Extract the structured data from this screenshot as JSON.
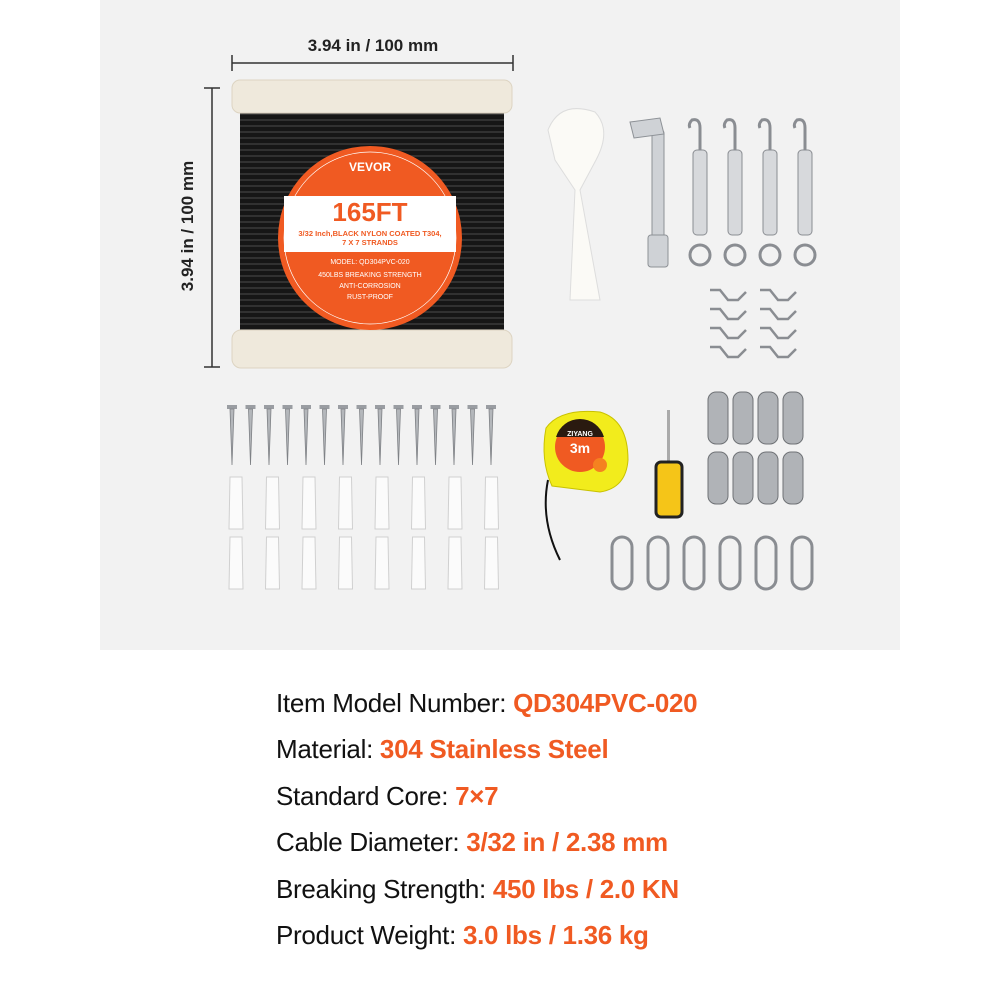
{
  "dimensions": {
    "width_label": "3.94 in / 100 mm",
    "height_label": "3.94 in / 100 mm"
  },
  "spool_label": {
    "brand": "VEVOR",
    "length": "165FT",
    "description_line1": "3/32 Inch,BLACK NYLON COATED T304,",
    "description_line2": "7 X 7 STRANDS",
    "model": "MODEL: QD304PVC-020",
    "strength": "450LBS BREAKING STRENGTH",
    "feature1": "ANTI-CORROSION",
    "feature2": "RUST-PROOF"
  },
  "tape_measure": {
    "brand": "ZIYANG",
    "size": "3m"
  },
  "colors": {
    "accent": "#f05a22",
    "panel": "#f2f2f2",
    "cable": "#161616",
    "spool": "#efe9dc",
    "tape": "#f2ec1c"
  },
  "specs": [
    {
      "label": "Item Model Number: ",
      "value": "QD304PVC-020"
    },
    {
      "label": "Material: ",
      "value": "304 Stainless Steel"
    },
    {
      "label": "Standard Core: ",
      "value": "7×7"
    },
    {
      "label": "Cable Diameter: ",
      "value": "3/32 in / 2.38 mm"
    },
    {
      "label": "Breaking Strength: ",
      "value": "450 lbs / 2.0 KN"
    },
    {
      "label": "Product Weight: ",
      "value": "3.0 lbs / 1.36 kg"
    }
  ]
}
